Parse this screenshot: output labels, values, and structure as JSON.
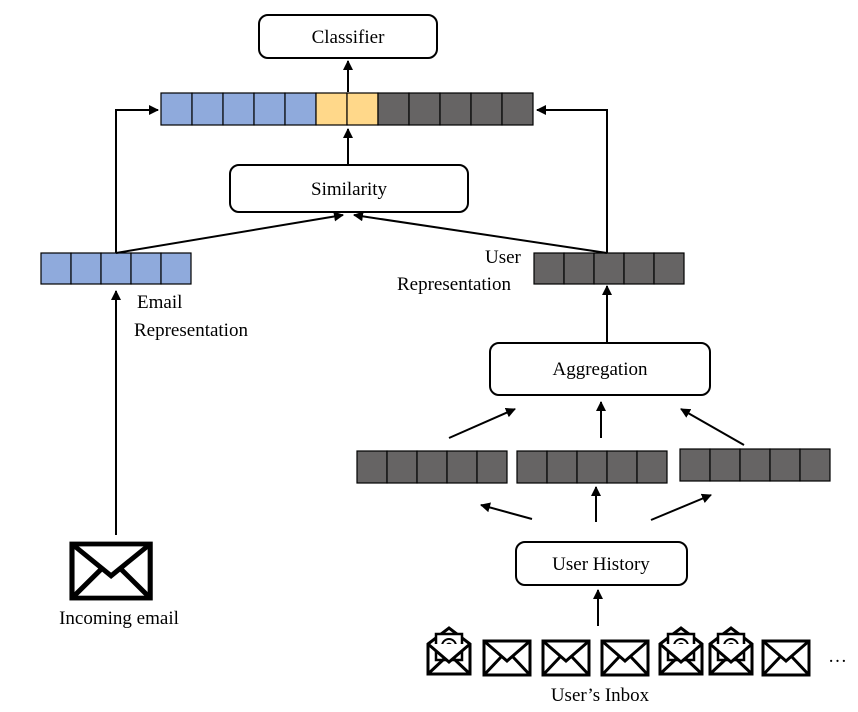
{
  "nodes": {
    "classifier": "Classifier",
    "similarity": "Similarity",
    "aggregation": "Aggregation",
    "user_history": "User History"
  },
  "labels": {
    "email_rep_line1": "Email",
    "email_rep_line2": "Representation",
    "user_rep_line1": "User",
    "user_rep_line2": "Representation",
    "incoming_email": "Incoming email",
    "users_inbox": "User’s Inbox",
    "ellipsis": "…"
  },
  "colors": {
    "email_vector": "#8FAADC",
    "similarity_cell": "#FFD88A",
    "user_vector": "#666464"
  },
  "vectors": {
    "concatenated": {
      "email_cells": 5,
      "similarity_cells": 2,
      "user_cells": 5
    },
    "email_representation_cells": 5,
    "user_representation_cells": 5,
    "history_item_vectors": 3,
    "history_item_cells": 5
  },
  "inbox_icons": [
    "open-envelope-icon",
    "envelope-icon",
    "envelope-icon",
    "envelope-icon",
    "open-envelope-icon",
    "open-envelope-icon",
    "envelope-icon"
  ]
}
